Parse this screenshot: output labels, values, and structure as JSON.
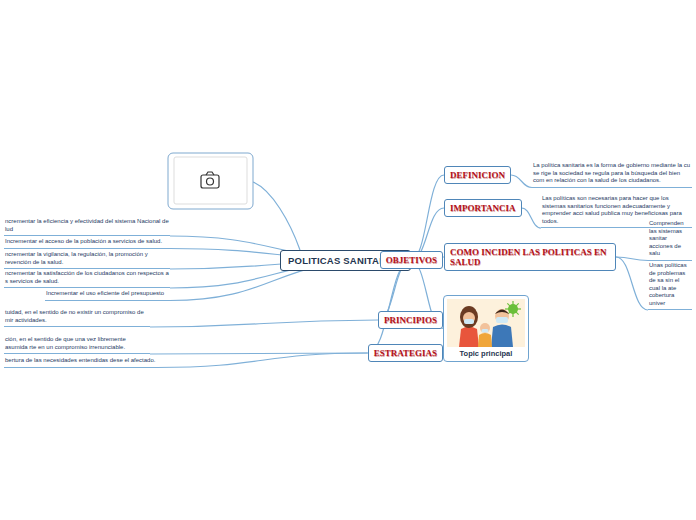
{
  "diagram": {
    "nodes": [
      {
        "text": [
          "POLITICAS SANITARIAS"
        ]
      },
      {
        "text": [
          "DEFINICION"
        ]
      },
      {
        "text": [
          "La política sanitaria es la forma de gobierno mediante la cu se rige la sociedad se regula para la búsqueda del bien com en relación con la salud de los ciudadanos."
        ]
      },
      {
        "text": [
          "IMPORTANCIA"
        ]
      },
      {
        "text": [
          "Las políticas son necesarias para hacer que los sistemas sanitarios funcionen adecuadamente y emprender acci salud publica muy beneficiosas para todos."
        ]
      },
      {
        "text": [
          "COMO INCIDEN LAS POLITICAS EN SALUD"
        ]
      },
      {
        "text": [
          "Comprenden las sistemas sanitar acciones de salu"
        ]
      },
      {
        "text": [
          "Unas políticas de problemas de sa sin el cual la ate cobertura univer"
        ]
      },
      {
        "text": [
          "Topic principal"
        ]
      },
      {
        "text": [
          "OBJETIVOS"
        ]
      },
      {
        "text": [
          "ncrementar la eficiencia y efectividad del sistema Nacional de lud"
        ]
      },
      {
        "text": [
          "Incrementar el acceso de la población a servicios de salud."
        ]
      },
      {
        "text": [
          "ncrementar la vigilancia, la regulación, la promoción y revención de la salud."
        ]
      },
      {
        "text": [
          "ncrementar la satisfacción de los ciudadanos con respectos a s servicios de salud."
        ]
      },
      {
        "text": [
          "Incrementar el uso eficiente del presupuesto"
        ]
      },
      {
        "text": [
          "PRINCIPIOS"
        ]
      },
      {
        "text": [
          "tuidad, en el sentido de no existir un compromiso de mir actividades."
        ]
      },
      {
        "text": [
          "ESTRATEGIAS"
        ]
      },
      {
        "text": [
          "ción, en el sentido de que una vez libremente asumida rte en un compromiso irrenunciable."
        ]
      },
      {
        "text": [
          "bertura de las necesidades entendidas dese el afectado."
        ]
      }
    ],
    "edges": [
      {
        "from": 0,
        "to": 1,
        "arrow": "none"
      },
      {
        "from": 1,
        "to": 2,
        "arrow": "none"
      },
      {
        "from": 0,
        "to": 3,
        "arrow": "none"
      },
      {
        "from": 3,
        "to": 4,
        "arrow": "none"
      },
      {
        "from": 0,
        "to": 5,
        "arrow": "none"
      },
      {
        "from": 5,
        "to": 6,
        "arrow": "none"
      },
      {
        "from": 5,
        "to": 7,
        "arrow": "none"
      },
      {
        "from": 0,
        "to": 8,
        "arrow": "none"
      },
      {
        "from": 0,
        "to": 9,
        "arrow": "none"
      },
      {
        "from": 9,
        "to": 10,
        "arrow": "none"
      },
      {
        "from": 9,
        "to": 11,
        "arrow": "none"
      },
      {
        "from": 9,
        "to": 12,
        "arrow": "none"
      },
      {
        "from": 9,
        "to": 13,
        "arrow": "none"
      },
      {
        "from": 9,
        "to": 14,
        "arrow": "none"
      },
      {
        "from": 0,
        "to": 15,
        "arrow": "none"
      },
      {
        "from": 15,
        "to": 16,
        "arrow": "none"
      },
      {
        "from": 0,
        "to": 17,
        "arrow": "none"
      },
      {
        "from": 17,
        "to": 18,
        "arrow": "none"
      },
      {
        "from": 17,
        "to": 19,
        "arrow": "none"
      }
    ]
  }
}
